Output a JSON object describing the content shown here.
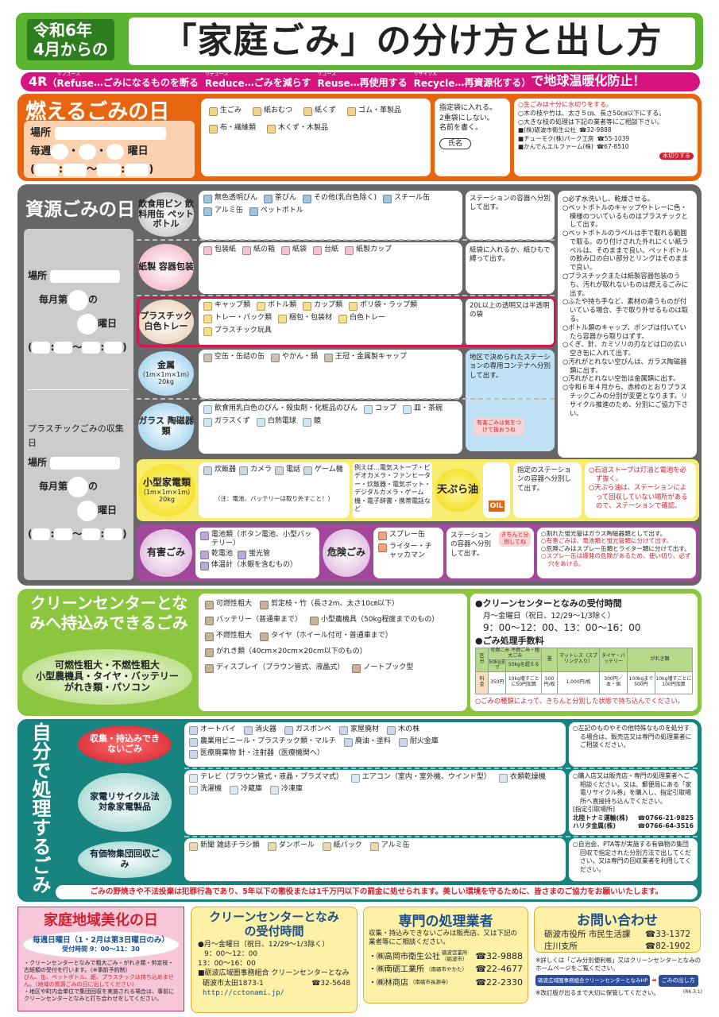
{
  "header": {
    "era": "令和6年",
    "from": "4月からの",
    "title": "「家庭ごみ」の分け方と出し方"
  },
  "four_r": {
    "label": "4R",
    "open": "（",
    "close": "）",
    "parts": [
      {
        "ruby": "リフューズ",
        "word": "Refuse",
        "desc": "…ごみになるものを断る"
      },
      {
        "ruby": "リデュース",
        "word": "Reduce",
        "desc": "…ごみを減らす"
      },
      {
        "ruby": "リユース",
        "word": "Reuse",
        "desc": "…再使用する"
      },
      {
        "ruby": "リサイクル",
        "word": "Recycle",
        "desc": "…再資源化する"
      }
    ],
    "slogan": "で地球温暖化防止！"
  },
  "burnable": {
    "title": "燃えるごみの日",
    "place": "場所",
    "weekly": "毎週",
    "dot": "・",
    "day": "曜日",
    "paren_open": "(",
    "paren_close": ")",
    "colon": ":",
    "tilde": "～",
    "items": [
      "生ごみ",
      "紙おむつ",
      "紙くず",
      "ゴム・革製品",
      "布・繊維類",
      "木くず・木製品"
    ],
    "bag_note": [
      "指定袋に入れる。",
      "2重袋にしない。",
      "名前を書く。"
    ],
    "bag_name": "氏名",
    "notes": [
      {
        "text": "○生ごみは十分に水切りをする。",
        "red": true
      },
      {
        "text": "○木の枝や竹は、太さ５㎝、長さ50㎝以下にする。"
      },
      {
        "text": "○大きな枝の処理は下記の業者等にご相談下さい。"
      }
    ],
    "companies": [
      {
        "name": "■(株)砺波市衛生公社",
        "tel": "☎32-9888"
      },
      {
        "name": "■チューモク(株)パーク工房",
        "tel": "☎55-1039"
      },
      {
        "name": "■かんでんエルファーム(株)",
        "tel": "☎67-8510"
      }
    ],
    "drain_badge": "水切りする"
  },
  "resource": {
    "title": "資源ごみの日",
    "place": "場所",
    "monthly": "毎月第",
    "no": "の",
    "day": "曜日",
    "plastic_label": "プラスチックごみの収集日",
    "categories": [
      {
        "label": "飲食用ビン 飲料用缶 ペットボトル",
        "items": [
          "無色透明びん",
          "茶びん",
          "その他(乳白色除く)",
          "スチール缶",
          "アルミ缶",
          "ペットボトル"
        ],
        "method": "ステーションの容器へ分別して出す。"
      },
      {
        "label": "紙製 容器包装",
        "items": [
          "包装紙",
          "紙の箱",
          "紙袋",
          "台紙",
          "紙製カップ"
        ],
        "method": "紙袋に入れるか、紙ひもで縛って出す。"
      },
      {
        "label": "プラスチック 白色トレー",
        "items": [
          "キャップ類",
          "ボトル類",
          "カップ類",
          "ポリ袋・ラップ類",
          "トレー・パック類",
          "梱包・包装材",
          "白色トレー",
          "プラスチック玩具"
        ],
        "method": "20L以上の透明又は半透明の袋"
      },
      {
        "label": "金属",
        "sub": "（1m×1m×1m）20kg",
        "items": [
          "空缶・缶詰の缶",
          "やかん・鍋",
          "王冠・金属製キャップ"
        ],
        "method": "地区で決められたステーションの専用コンテナへ分別して出す。"
      },
      {
        "label": "ガラス 陶磁器類",
        "items": [
          "飲食用乳白色のびん・殺虫剤・化粧品のびん",
          "コップ",
          "皿・茶碗",
          "ガラスくず",
          "白熱電球",
          "鏡"
        ]
      },
      {
        "label": "小型家電類",
        "sub": "（1m×1m×1m）20kg",
        "items": [
          "炊飯器",
          "カメラ",
          "電話",
          "ゲーム機"
        ],
        "example": "例えば…電気ストーブ・ビデオカメラ・ファンヒーター・炊飯器・電気ポット・デジタルカメラ・ゲーム機・電子辞書・携帯電話など",
        "caution": "（注：電池、バッテリーは取り外すこと！）",
        "method": "指定のステーションの容器へ分別して出す。"
      },
      {
        "label": "有害ごみ",
        "items": [
          "電池類（ボタン電池、小型バッテリー）",
          "乾電池",
          "蛍光管",
          "体温計（水銀を含むもの）"
        ],
        "method": "ステーションの容器へ分別して出す。"
      }
    ],
    "tempura": {
      "label": "天ぷら油",
      "item": "OIL"
    },
    "danger": {
      "label": "危険ごみ",
      "items": [
        "スプレー缶",
        "ライター・チャッカマン"
      ]
    },
    "speech_girl": "有害ごみは気をつけて扱おうね",
    "speech_boy": "きちんと分別してね",
    "notes": [
      "○必ず水洗いし、乾燥させる。",
      "○ペットボトルのキャップやトレーに色・模様のついているものはプラスチックとして出す。",
      "○ペットボトルのラベルは手で取れる範囲で取る。のり付けされた外れにくい紙ラベルは、そのままで良い。ペットボトルの飲み口の白い部分とリングはそのままで良い。",
      "○プラスチックまたは紙製容器包装のうち、汚れが取れないものは燃えるごみに出す。",
      "○ふたや持ち手など、素材の違うものが付いている場合、手で取り外せるものは取る。",
      "○ボトル類のキャップ、ポンプは付いていたら容器から取りはずす。",
      "○くぎ、針、カミソリの刃などは口の広い空き缶に入れて出す。",
      "○汚れがとれない空びんは、ガラス陶磁器類に出す。",
      "○汚れがとれない空缶は金属類に出す。",
      "○令和６年４月から、赤枠のとおりプラスチックごみの分別が変更となります。リサイクル推進のため、分別にご協力下さい。"
    ],
    "appliance_notes": [
      "○石油ストーブは灯油と電池を必ず抜く。",
      "○天ぷら油は、ステーションによって回収していない場所があるので、ステーションで確認。"
    ],
    "hazard_notes": [
      {
        "text": "○割れた蛍光管はガラス陶磁器類として出す。"
      },
      {
        "text": "○有害ごみは、電池類と蛍光管類に分けて出す。",
        "red": true
      },
      {
        "text": "○危険ごみはスプレー缶類とライター類に分けて出す。"
      },
      {
        "text": "○スプレー缶は爆発の危険があるため、使い切り、必ず穴をあける。",
        "red": true
      }
    ]
  },
  "clean_center": {
    "title": "クリーンセンターとなみへ持込みできるごみ",
    "summary": [
      "可燃性粗大・不燃性粗大",
      "小型農機具・タイヤ・バッテリー",
      "がれき類・パソコン"
    ],
    "items": [
      "可燃性粗大",
      "剪定枝・竹（長さ2m、太さ10㎝以下）",
      "バッテリー（普通車まで）",
      "小型農機具（50kg程度までのもの）",
      "不燃性粗大",
      "タイヤ（ホイール付可・普通車まで）",
      "がれき類（40cm×20cm×20cm以下のもの）",
      "ディスプレイ（ブラウン管式、液晶式）",
      "ノートブック型"
    ],
    "hours_title": "●クリーンセンターとなみの受付時間",
    "hours_days": "月～金曜日（祝日、12/29～1/3除く）",
    "hours": "9：00～12：00、13：00～16：00",
    "fee_title": "●ごみ処理手数料",
    "fee_table": {
      "headers": [
        "区　分",
        "可燃ごみ 不燃ごみ・粗大ごみ",
        "畳",
        "マットレス（スプリング入り）",
        "タイヤ・バッテリー",
        "がれき類"
      ],
      "subheaders": [
        "50kgまで",
        "50kgを超える"
      ],
      "row_label": "料　金",
      "values": [
        "350円",
        "10kg増すごとに50円加算",
        "500円/枚",
        "1,000円/枚",
        "300円／本・個",
        "100kgまで500円",
        "10kg増すごとに100円加算"
      ]
    },
    "note": "○ごみの種類によって、きちんと分別した状態で持ち込んでください。"
  },
  "self": {
    "title": "自分で処理するごみ",
    "rows": [
      {
        "label": "収集・持込みできないごみ",
        "items": [
          "オートバイ",
          "消火器",
          "ガスボンベ",
          "家屋廃材",
          "木の株",
          "農業用ビニール・プラスチック類・マルチ",
          "廃油・塗料",
          "耐火金庫",
          "医療廃棄物 針・注射器（医療機関へ）"
        ],
        "note": "○左記のものやその他特殊なものを処分する場合は、販売店又は専門の処理業者にご相談ください。"
      },
      {
        "label": "家電リサイクル法対象家電製品",
        "items": [
          "テレビ（ブラウン管式・液晶・プラズマ式）",
          "エアコン（室内・室外機、ウインド型）",
          "衣類乾燥機",
          "洗濯機",
          "冷蔵庫",
          "冷凍庫"
        ],
        "note": "○購入店又は販売店・専門の処理業者へご相談ください。又は、郵便局にある「家電リサイクル券」を購入し、指定引取場所へ直接持ち込んでください。",
        "place_title": "[指定引取場所]",
        "places": [
          {
            "name": "北陸トナミ運輸(株)",
            "tel": "☎0766-21-9825"
          },
          {
            "name": "ハリタ金属(株)",
            "tel": "☎0766-64-3516"
          }
        ]
      },
      {
        "label": "有価物集団回収ごみ",
        "items": [
          "新聞 雑誌チラシ類",
          "ダンボール",
          "紙パック",
          "アルミ缶"
        ],
        "note": "○自治会、PTA等が実施する有価物の集団回収で指定された分別方法で出してください。又は専門の回収業者を利用してください。"
      }
    ],
    "warning": "ごみの野焼きや不法投棄は犯罪行為であり、5年以下の懲役または1千万円以下の罰金に処せられます。美しい環境を守るために、皆さまのご協力をお願いいたします。"
  },
  "beautify": {
    "title": "家庭地域美化の日",
    "schedule": "毎週日曜日（1・2月は第3日曜日のみ）",
    "hours": "受付時間 9：00～11：30",
    "notes": [
      {
        "text": "・クリーンセンターとなみで粗大ごみ・がれき類・剪定枝・古紙類の受付を行います。（※事前予約制）"
      },
      {
        "text": "びん、缶、ペットボトル、紙、プラスチックは持ち込めません。（地域の資源ごみの日に出してください）",
        "red": true
      },
      {
        "text": "・地区や町内会単位で集団回収を実施される場合は、事前にクリーンセンターとなみと打ち合わせをしてください。"
      }
    ]
  },
  "reception": {
    "title": "クリーンセンターとなみの受付時間",
    "days": "●月～金曜日（祝日、12/29～1/3除く）",
    "am": "9：00～12：00",
    "pm": "13：00～16：00",
    "org": "■砺波広域圏事務組合 クリーンセンターとなみ",
    "address": "砺波市太田1873-1",
    "tel": "☎32-5648",
    "url": "http://cctonami.jp/"
  },
  "contractors": {
    "title": "専門の処理業者",
    "intro": "収集・持込みできないごみは販売店、又は下記の業者等にご相談ください。",
    "list": [
      {
        "name": "・㈱高岡市衛生公社",
        "sub": "砺波営業所（砺波市）",
        "tel": "☎32-9888"
      },
      {
        "name": "・㈱南砺工業所",
        "sub": "（南砺市やかた）",
        "tel": "☎22-4677"
      },
      {
        "name": "・㈱林商店",
        "sub": "（南砺市長源寺）",
        "tel": "☎22-2330"
      }
    ]
  },
  "contact": {
    "title": "お問い合わせ",
    "list": [
      {
        "name": "砺波市役所 市民生活課",
        "tel": "☎33-1372"
      },
      {
        "name": "庄川支所",
        "tel": "☎82-1902"
      }
    ],
    "more": "※詳しくは「ごみ分別便利帳」又はクリーンセンターとなみのホームページをご覧ください。",
    "link1": "砺波広域圏事務組合クリーンセンターとなみHP",
    "link2": "ごみの出し方",
    "keep": "※改訂版が出るまで大切に保管してください。",
    "revision": "(R6.3.1)"
  },
  "colors": {
    "green": "#5bb531",
    "magenta": "#d6147f",
    "orange": "#e8650f",
    "gray": "#666666",
    "lime": "#8cc63f",
    "teal": "#17847f",
    "red": "#d0202e",
    "navy": "#1d4f8c"
  }
}
